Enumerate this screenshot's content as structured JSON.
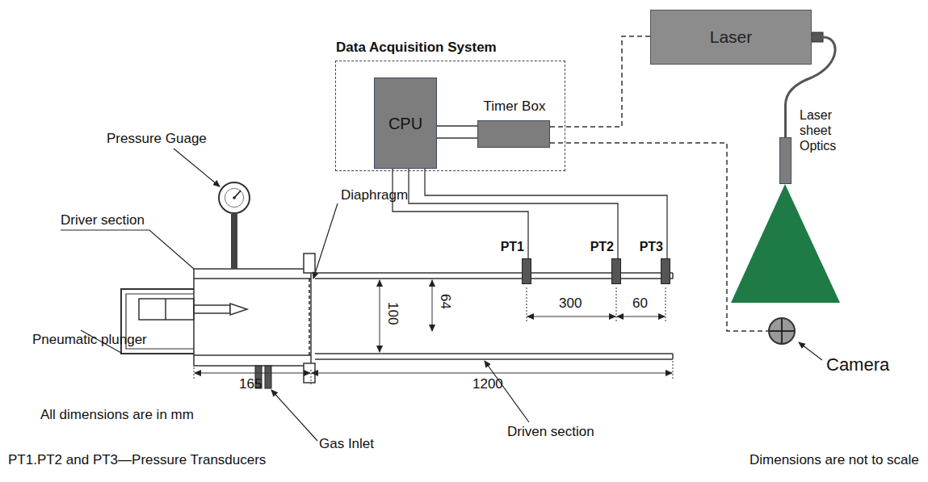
{
  "diagram": {
    "nodes": [
      {
        "text": [
          "Data Acquisition System"
        ]
      },
      {
        "text": [
          "CPU"
        ],
        "in": 0
      },
      {
        "text": [
          "Timer Box"
        ],
        "in": 0
      },
      {
        "text": [
          "Laser"
        ]
      },
      {
        "text": [
          "Laser sheet Optics"
        ]
      },
      {
        "text": [
          "Camera"
        ]
      },
      {
        "text": [
          "Pressure Guage"
        ]
      },
      {
        "text": [
          "PT1"
        ]
      },
      {
        "text": [
          "PT2"
        ]
      },
      {
        "text": [
          "PT3"
        ]
      }
    ],
    "edges": [
      {
        "from": 1,
        "to": 2,
        "arrow": "none"
      },
      {
        "from": 1,
        "to": 2,
        "arrow": "none"
      },
      {
        "from": 2,
        "to": 3,
        "arrow": "none"
      },
      {
        "from": 2,
        "to": 5,
        "arrow": "none"
      },
      {
        "from": 1,
        "to": 7,
        "arrow": "none"
      },
      {
        "from": 1,
        "to": 8,
        "arrow": "none"
      },
      {
        "from": 1,
        "to": 9,
        "arrow": "none"
      },
      {
        "from": 3,
        "to": 4,
        "arrow": "none"
      }
    ],
    "labels": [
      "Driver section",
      "Diaphragm",
      "Pneumatic plunger",
      "100",
      "64",
      "300",
      "60",
      "165",
      "1200",
      "All dimensions are in mm",
      "Gas Inlet",
      "Driven section",
      "PT1.PT2 and PT3—Pressure Transducers",
      "Dimensions are not to scale"
    ]
  }
}
